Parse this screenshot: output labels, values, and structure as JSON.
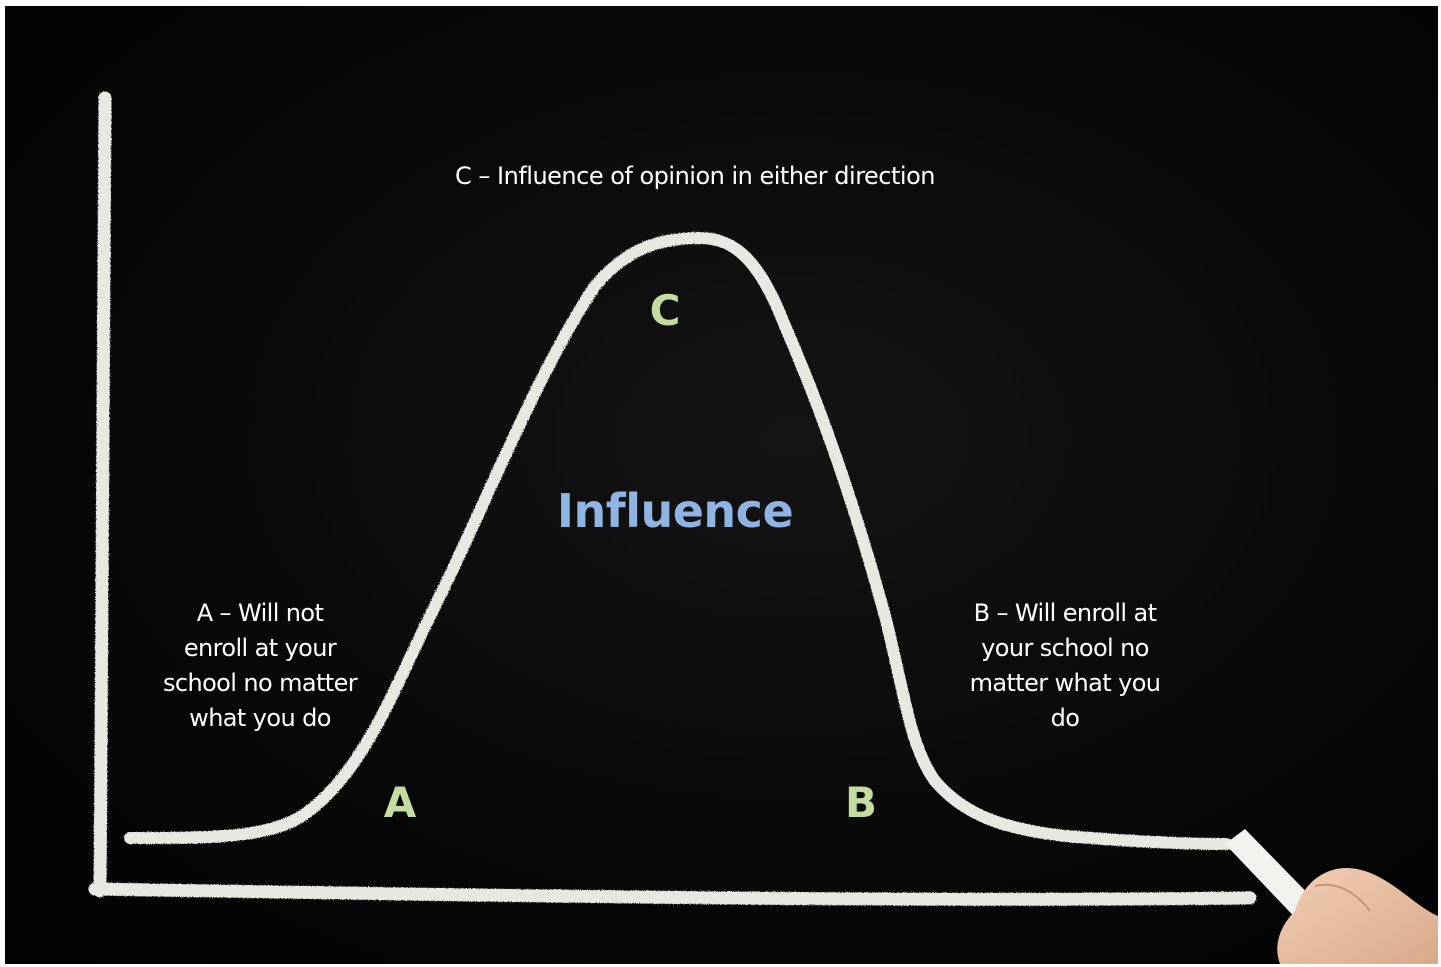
{
  "caption_c": "C – Influence of opinion in either direction",
  "center_label": "Influence",
  "letters": {
    "a": "A",
    "b": "B",
    "c": "C"
  },
  "desc_a": [
    "A – Will not",
    "enroll at your",
    "school no matter",
    "what you do"
  ],
  "desc_b": [
    "B – Will enroll at",
    "your school no",
    "matter what you",
    "do"
  ],
  "colors": {
    "board": "#050505",
    "chalk": "#e8e8e3",
    "letter_green": "#c4dca0",
    "influence_blue": "#8fb3e2",
    "caption_text": "#ffffff"
  }
}
